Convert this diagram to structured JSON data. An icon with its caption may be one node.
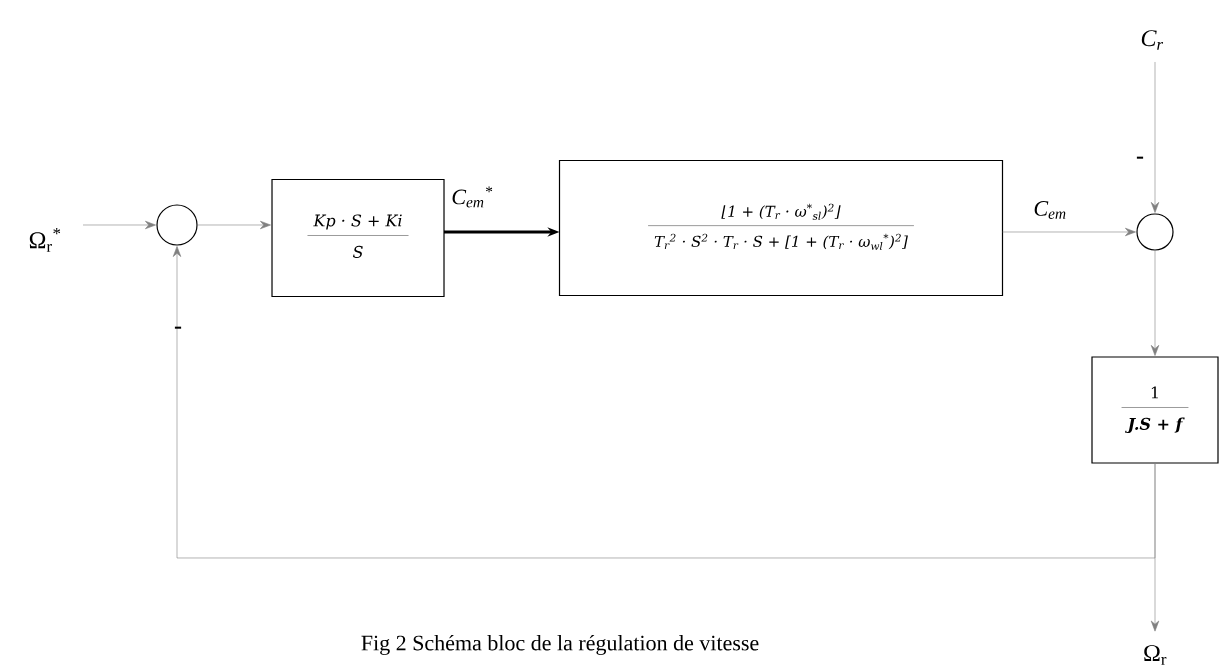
{
  "diagram": {
    "caption": "Fig 2 Schéma bloc de la régulation de vitesse",
    "nodes": [
      {
        "text": [
          "Ω$_{r}$$^{*}$"
        ]
      },
      {
        "text": [],
        "shape": "circle"
      },
      {
        "text": [
          "Kp · S + Ki",
          "S"
        ]
      },
      {
        "text": [
          "⌊1 + (T$_{r}$ · ω$^{*}$$_{sl}$)$^{2}$⌋",
          "T$_{r}$$^{2}$ · S$^{2}$ · T$_{r}$ · S + [1 + (T$_{r}$ · ω$_{wl}$$^{*}$)$^{2}$]"
        ]
      },
      {
        "text": [],
        "shape": "circle"
      },
      {
        "text": [
          "1",
          "J.S + f"
        ]
      },
      {
        "text": [
          "C$_{r}$"
        ]
      },
      {
        "text": [
          "Ω$_{r}$"
        ]
      }
    ],
    "edges": [
      {
        "from": 0,
        "to": 1,
        "arrow": "to"
      },
      {
        "from": 1,
        "to": 2,
        "arrow": "to"
      },
      {
        "from": 2,
        "to": 3,
        "arrow": "to",
        "label": "C$_{em}$$^{*}$",
        "style": "thick",
        "color": "#000000"
      },
      {
        "from": 3,
        "to": 4,
        "arrow": "to",
        "label": "C$_{em}$"
      },
      {
        "from": 6,
        "to": 4,
        "arrow": "to"
      },
      {
        "from": 4,
        "to": 5,
        "arrow": "to"
      },
      {
        "from": 5,
        "to": 7,
        "arrow": "to"
      },
      {
        "from": 5,
        "to": 1,
        "arrow": "to"
      }
    ],
    "labels": [
      "-",
      "-"
    ]
  }
}
